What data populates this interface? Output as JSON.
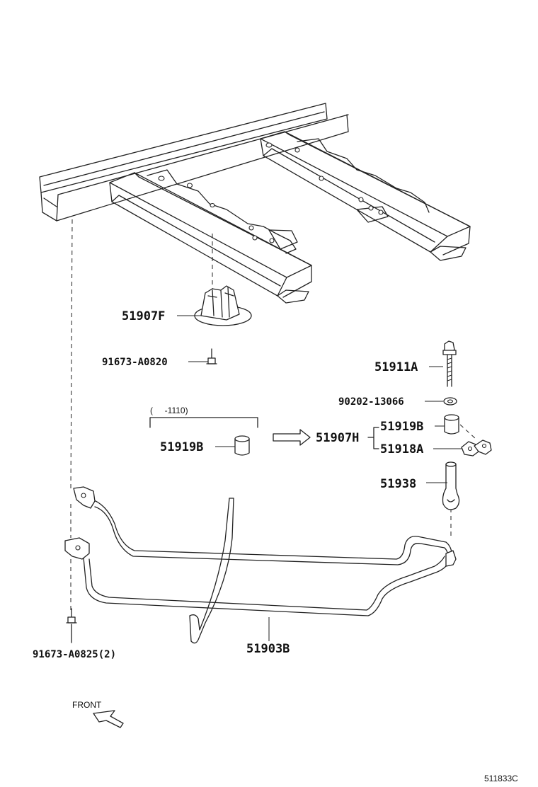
{
  "labels": {
    "p51907F": "51907F",
    "p91673_A0820": "91673-A0820",
    "p51911A": "51911A",
    "p90202_13066": "90202-13066",
    "range": "(     -1110)",
    "p51919B_left": "51919B",
    "p51907H": "51907H",
    "p51919B_right": "51919B",
    "p51918A": "51918A",
    "p51938": "51938",
    "p91673_A0825": "91673-A0825(2)",
    "p51903B": "51903B",
    "front": "FRONT",
    "diagram_id": "511833C"
  },
  "icons": {
    "front_arrow": "front-arrow-icon",
    "replacement_arrow": "replacement-arrow-icon"
  }
}
